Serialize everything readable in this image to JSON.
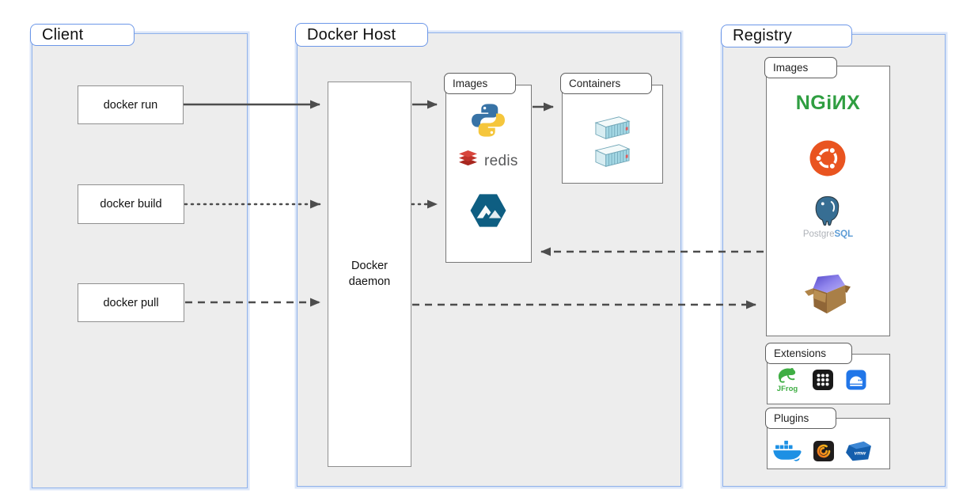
{
  "frames": {
    "client": {
      "label": "Client"
    },
    "docker_host": {
      "label": "Docker Host"
    },
    "registry": {
      "label": "Registry"
    }
  },
  "client": {
    "commands": [
      {
        "label": "docker run",
        "arrow_style": "solid"
      },
      {
        "label": "docker build",
        "arrow_style": "dotted"
      },
      {
        "label": "docker pull",
        "arrow_style": "dashed"
      }
    ]
  },
  "docker_host": {
    "daemon_label": "Docker daemon",
    "images_group": {
      "label": "Images",
      "icons": [
        "python-logo",
        "redis-logo",
        "alpine-linux-logo"
      ],
      "redis_text": "redis"
    },
    "containers_group": {
      "label": "Containers",
      "container_count": 2
    }
  },
  "registry": {
    "images_group": {
      "label": "Images",
      "icons": [
        "nginx-logo",
        "ubuntu-logo",
        "postgresql-logo",
        "busybox-logo"
      ],
      "nginx_text": "NGiИX",
      "postgresql_text_gray": "Postgre",
      "postgresql_text_blue": "SQL"
    },
    "extensions_group": {
      "label": "Extensions",
      "icons": [
        "jfrog-logo",
        "app-grid-logo",
        "storage-app-logo"
      ],
      "jfrog_text": "JFrog"
    },
    "plugins_group": {
      "label": "Plugins",
      "icons": [
        "docker-whale-logo",
        "grafana-logo",
        "vmware-logo"
      ],
      "vmware_text": "vmw"
    }
  },
  "arrows": [
    {
      "from": "docker run",
      "to": "Docker daemon",
      "style": "solid"
    },
    {
      "from": "Docker daemon",
      "to": "Docker Host Images",
      "style": "solid"
    },
    {
      "from": "Docker Host Images",
      "to": "Containers",
      "style": "solid"
    },
    {
      "from": "docker build",
      "to": "Docker daemon",
      "style": "dotted"
    },
    {
      "from": "Docker daemon",
      "to": "Docker Host Images",
      "style": "dotted"
    },
    {
      "from": "Registry Images",
      "to": "Docker Host Images",
      "style": "dashed"
    },
    {
      "from": "docker pull",
      "to": "Docker daemon",
      "style": "dashed"
    },
    {
      "from": "Docker daemon",
      "to": "Registry Images",
      "style": "dashed"
    }
  ],
  "colors": {
    "frame_fill": "#ededed",
    "frame_border": "#8fb1ea",
    "tab_border": "#6c97e8",
    "node_border": "#8f8f8f",
    "arrow": "#4d4d4d",
    "nginx_green": "#2f9e41",
    "ubuntu_orange": "#e95420",
    "redis_red": "#c6302b",
    "python_blue": "#3873a6",
    "python_yellow": "#f5c63c",
    "alpine_blue": "#0e5e82",
    "postgres_blue": "#376e93",
    "docker_blue": "#1d90e4",
    "jfrog_green": "#3fae44",
    "vmware_blue": "#155fad",
    "grafana_orange": "#f2701d"
  }
}
